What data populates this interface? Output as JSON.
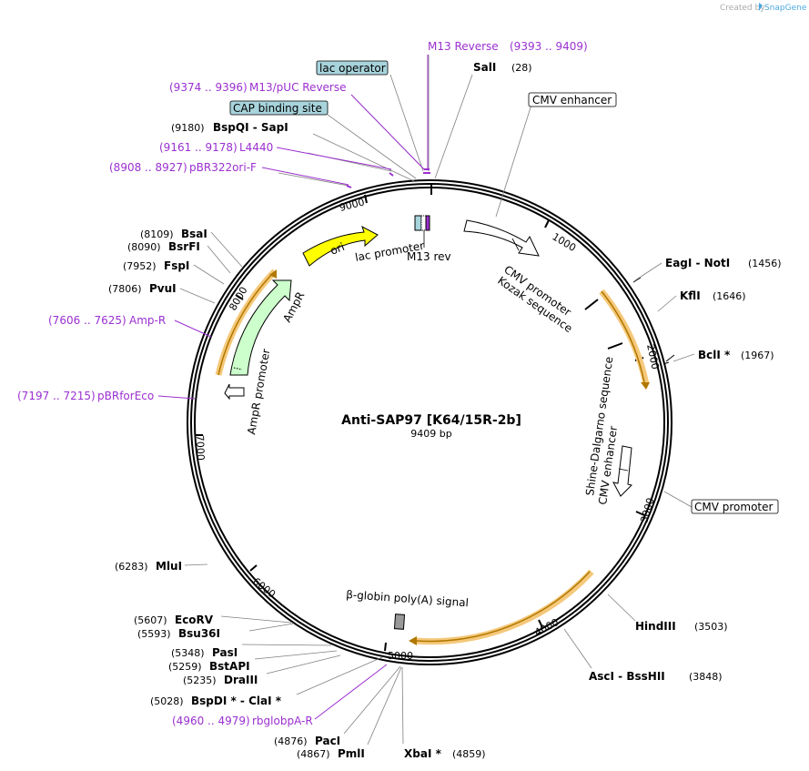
{
  "credit": {
    "prefix": "Created by",
    "brand": "SnapGene"
  },
  "plasmid": {
    "name": "Anti-SAP97 [K64/15R-2b]",
    "length": "9409 bp"
  },
  "ticks": [
    "1000",
    "2000",
    "3000",
    "4000",
    "5000",
    "6000",
    "7000",
    "8000",
    "9000"
  ],
  "sites": [
    {
      "name": "SalI",
      "pos": "(28)"
    },
    {
      "name": "EagI  -  NotI",
      "pos": "(1456)"
    },
    {
      "name": "KflI",
      "pos": "(1646)"
    },
    {
      "name": "BclI *",
      "pos": "(1967)"
    },
    {
      "name": "HindIII",
      "pos": "(3503)"
    },
    {
      "name": "AscI  -  BssHII",
      "pos": "(3848)"
    },
    {
      "name": "XbaI *",
      "pos": "(4859)"
    },
    {
      "name": "PmlI",
      "pos": "(4867)"
    },
    {
      "name": "PacI",
      "pos": "(4876)"
    },
    {
      "name": "BspDI *  -  ClaI *",
      "pos": "(5028)"
    },
    {
      "name": "DraIII",
      "pos": "(5235)"
    },
    {
      "name": "BstAPI",
      "pos": "(5259)"
    },
    {
      "name": "PasI",
      "pos": "(5348)"
    },
    {
      "name": "Bsu36I",
      "pos": "(5593)"
    },
    {
      "name": "EcoRV",
      "pos": "(5607)"
    },
    {
      "name": "MluI",
      "pos": "(6283)"
    },
    {
      "name": "PvuI",
      "pos": "(7806)"
    },
    {
      "name": "FspI",
      "pos": "(7952)"
    },
    {
      "name": "BsrFI",
      "pos": "(8090)"
    },
    {
      "name": "BsaI",
      "pos": "(8109)"
    },
    {
      "name": "BspQI  -  SapI",
      "pos": "(9180)"
    }
  ],
  "primers": [
    {
      "name": "M13 Reverse",
      "range": "(9393 .. 9409)"
    },
    {
      "name": "M13/pUC Reverse",
      "range": "(9374 .. 9396)"
    },
    {
      "name": "L4440",
      "range": "(9161 .. 9178)"
    },
    {
      "name": "pBR322ori-F",
      "range": "(8908 .. 8927)"
    },
    {
      "name": "Amp-R",
      "range": "(7606 .. 7625)"
    },
    {
      "name": "pBRforEco",
      "range": "(7197 .. 7215)"
    },
    {
      "name": "rbglobpA-R",
      "range": "(4960 .. 4979)"
    }
  ],
  "boxed_features": [
    {
      "name": "lac operator",
      "color": "#a8d4dc"
    },
    {
      "name": "CAP binding site",
      "color": "#a8d4dc"
    },
    {
      "name": "CMV enhancer",
      "color": "#ffffff"
    },
    {
      "name": "CMV promoter",
      "color": "#ffffff"
    }
  ],
  "features": {
    "ori": "ori",
    "ampr": "AmpR",
    "ampr_promoter": "AmpR promoter",
    "lac_promoter": "lac promoter",
    "m13_rev": "M13 rev",
    "cmv_promoter": "CMV promoter",
    "kozak": "Kozak sequence",
    "shine_dalgarno": "Shine-Dalgarno sequence",
    "cmv_enhancer": "CMV enhancer",
    "polya": "β-globin poly(A) signal"
  },
  "colors": {
    "ori": "#ffff00",
    "ampr": "#ccffcc",
    "orf_highlight": "#f5c87a",
    "orf_stroke": "#b07800",
    "primer": "#9b30d0",
    "backbone": "#000000"
  }
}
